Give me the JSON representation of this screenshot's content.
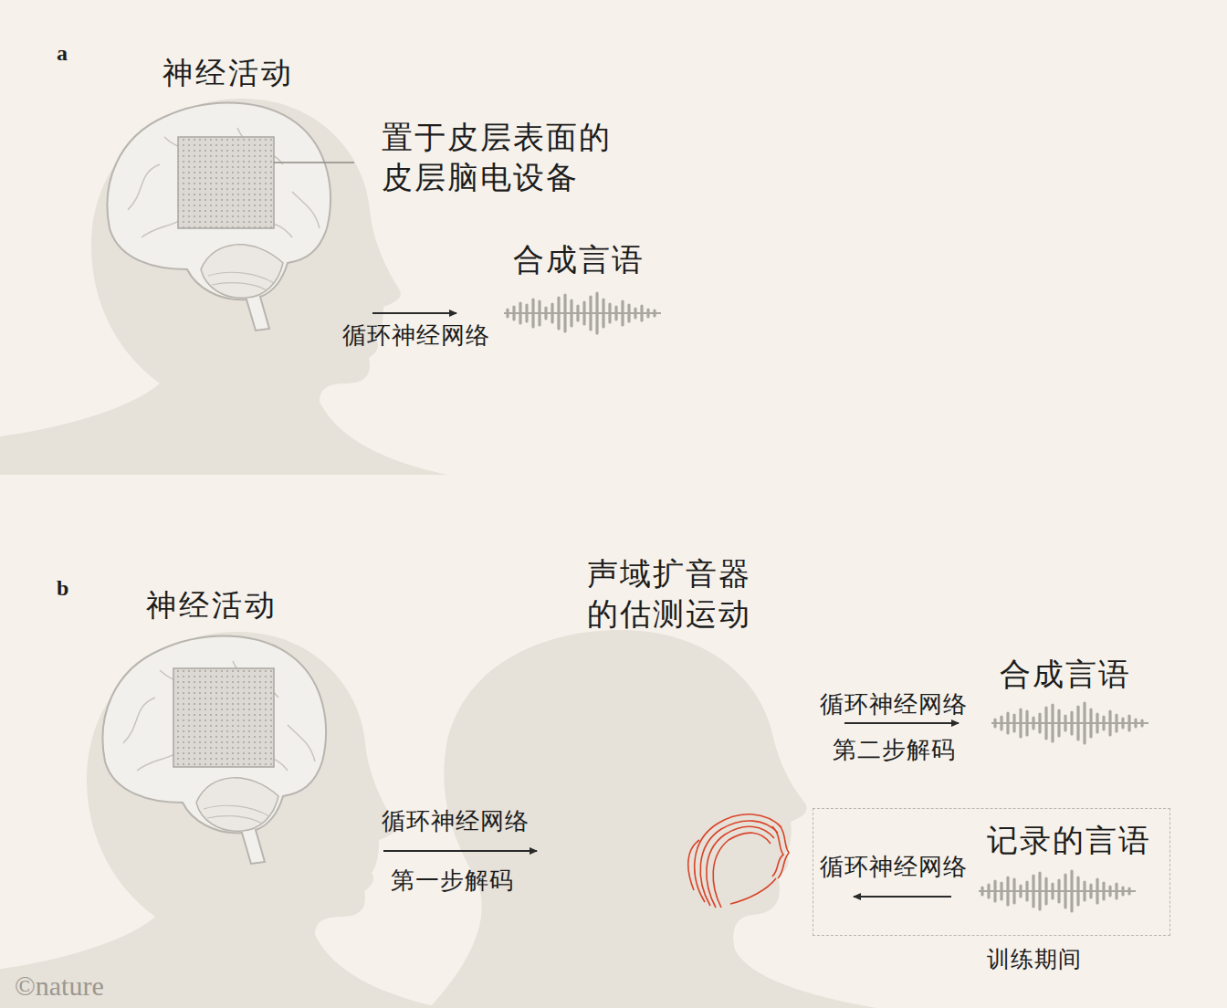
{
  "diagram": {
    "nodes": [
      {
        "text": [
          "记录的言语",
          "训练期间"
        ]
      }
    ],
    "labels": [
      "a",
      "神经活动",
      "置于皮层表面的 皮层脑电设备",
      "合成言语",
      "循环神经网络",
      "b",
      "神经活动",
      "声域扩音器 的估测运动",
      "循环神经网络",
      "第一步解码",
      "循环神经网络",
      "第二步解码",
      "合成言语",
      "循环神经网络",
      "©nature"
    ]
  }
}
